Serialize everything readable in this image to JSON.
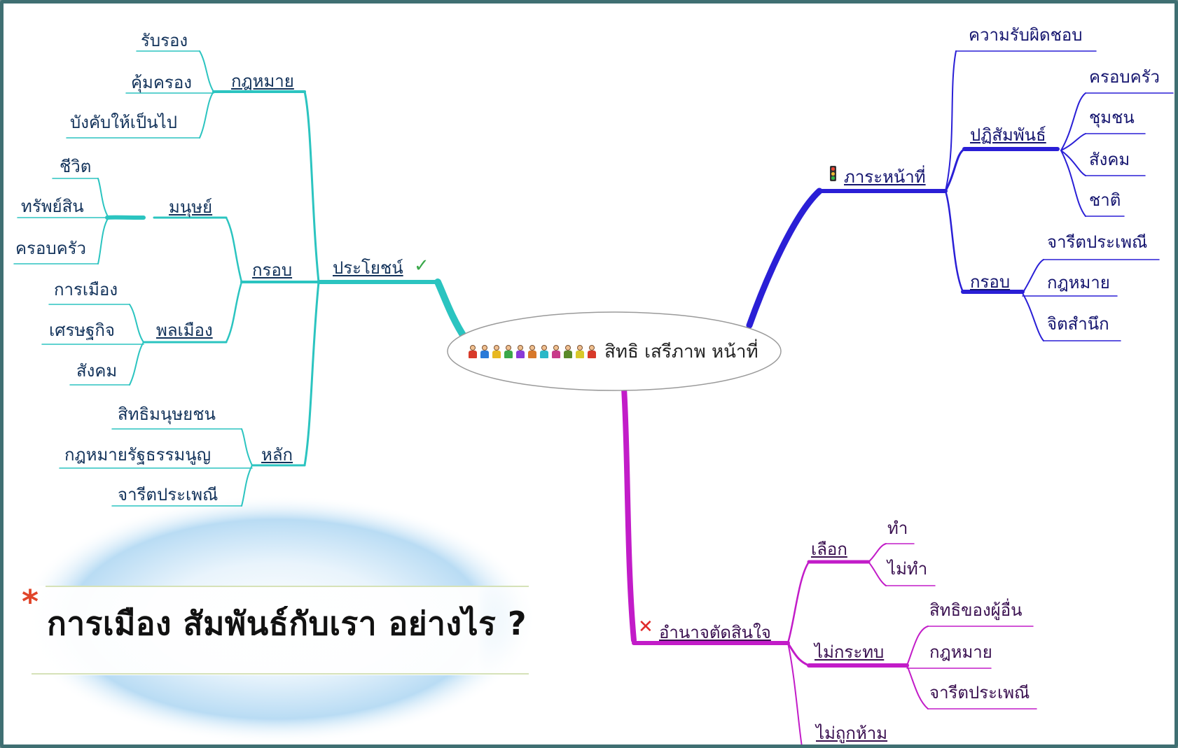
{
  "central": {
    "title": "สิทธิ เสรีภาพ หน้าที่",
    "icon": "people-icon"
  },
  "banner": {
    "marker": "*",
    "text": "การเมือง สัมพันธ์กับเรา อย่างไร ?"
  },
  "colors": {
    "teal": "#2bc4c0",
    "blue": "#2a1fd6",
    "magenta": "#c21cc8"
  },
  "left_branch": {
    "label": "ประโยชน์",
    "icon": "checkmark-icon",
    "kotmai": {
      "label": "กฎหมาย",
      "items": [
        "รับรอง",
        "คุ้มครอง",
        "บังคับให้เป็นไป"
      ]
    },
    "krob": {
      "label": "กรอบ",
      "manut": {
        "label": "มนุษย์",
        "items": [
          "ชีวิต",
          "ทรัพย์สิน",
          "ครอบครัว"
        ]
      },
      "phonmueang": {
        "label": "พลเมือง",
        "items": [
          "การเมือง",
          "เศรษฐกิจ",
          "สังคม"
        ]
      }
    },
    "lak": {
      "label": "หลัก",
      "items": [
        "สิทธิมนุษยชน",
        "กฎหมายรัฐธรรมนูญ",
        "จารีตประเพณี"
      ]
    }
  },
  "right_top_branch": {
    "label": "ภาระหน้าที่",
    "icon": "traffic-light-icon",
    "top_item": "ความรับผิดชอบ",
    "patisamphan": {
      "label": "ปฏิสัมพันธ์",
      "items": [
        "ครอบครัว",
        "ชุมชน",
        "สังคม",
        "ชาติ"
      ]
    },
    "krob": {
      "label": "กรอบ",
      "items": [
        "จารีตประเพณี",
        "กฎหมาย",
        "จิตสำนึก"
      ]
    }
  },
  "right_bottom_branch": {
    "label": "อำนาจตัดสินใจ",
    "icon": "cross-icon",
    "lueak": {
      "label": "เลือก",
      "items": [
        "ทำ",
        "ไม่ทำ"
      ]
    },
    "mai_krathop": {
      "label": "ไม่กระทบ",
      "items": [
        "สิทธิของผู้อื่น",
        "กฎหมาย",
        "จารีตประเพณี"
      ]
    },
    "last_item": "ไม่ถูกห้าม"
  }
}
